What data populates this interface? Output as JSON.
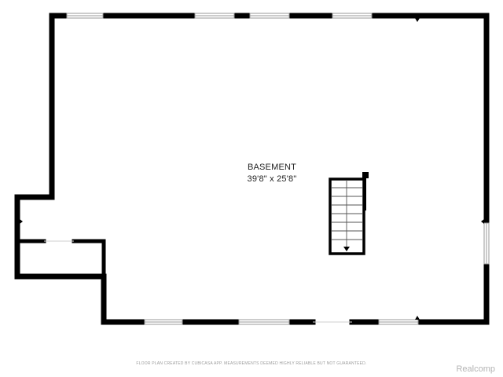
{
  "colors": {
    "wall": "#000000",
    "window": "#9a9a9a",
    "floor": "#ffffff",
    "text": "#222222",
    "footer": "#9a9a9a"
  },
  "room": {
    "name": "BASEMENT",
    "dimensions": "39'8\" x 25'8\""
  },
  "footer": {
    "disclaimer": "FLOOR PLAN CREATED BY CUBICASA APP. MEASUREMENTS DEEMED HIGHLY RELIABLE BUT NOT GUARANTEED.",
    "watermark": "Realcomp"
  }
}
